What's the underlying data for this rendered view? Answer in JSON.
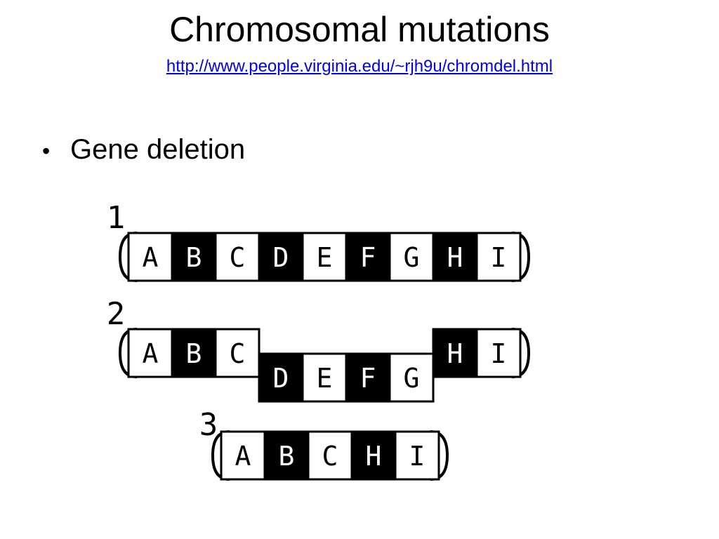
{
  "slide": {
    "title": "Chromosomal mutations",
    "source_link": "http://www.people.virginia.edu/~rjh9u/chromdel.html",
    "bullet": "Gene deletion"
  },
  "diagram": {
    "chromosomes": [
      {
        "label": "1",
        "genes": [
          {
            "name": "A",
            "shade": "white"
          },
          {
            "name": "B",
            "shade": "black"
          },
          {
            "name": "C",
            "shade": "white"
          },
          {
            "name": "D",
            "shade": "black"
          },
          {
            "name": "E",
            "shade": "white"
          },
          {
            "name": "F",
            "shade": "black"
          },
          {
            "name": "G",
            "shade": "white"
          },
          {
            "name": "H",
            "shade": "black"
          },
          {
            "name": "I",
            "shade": "white"
          }
        ],
        "displaced_genes": []
      },
      {
        "label": "2",
        "genes": [
          {
            "name": "A",
            "shade": "white"
          },
          {
            "name": "B",
            "shade": "black"
          },
          {
            "name": "C",
            "shade": "white"
          },
          {
            "name": "D",
            "shade": "black"
          },
          {
            "name": "E",
            "shade": "white"
          },
          {
            "name": "F",
            "shade": "black"
          },
          {
            "name": "G",
            "shade": "white"
          },
          {
            "name": "H",
            "shade": "black"
          },
          {
            "name": "I",
            "shade": "white"
          }
        ],
        "displaced_genes": [
          "D",
          "E",
          "F",
          "G"
        ]
      },
      {
        "label": "3",
        "genes": [
          {
            "name": "A",
            "shade": "white"
          },
          {
            "name": "B",
            "shade": "black"
          },
          {
            "name": "C",
            "shade": "white"
          },
          {
            "name": "H",
            "shade": "black"
          },
          {
            "name": "I",
            "shade": "white"
          }
        ],
        "displaced_genes": []
      }
    ],
    "colors": {
      "black_band": "#000000",
      "white_band": "#ffffff",
      "outline": "#000000"
    }
  }
}
